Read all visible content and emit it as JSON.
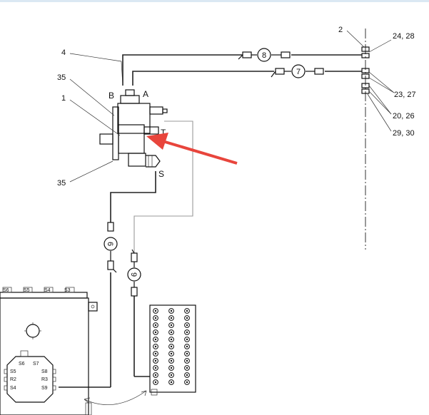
{
  "callouts": {
    "c4": "4",
    "c35_top": "35",
    "c1": "1",
    "c35_bottom": "35",
    "c2": "2",
    "c24_28": "24, 28",
    "c23_27": "23, 27",
    "c20_26": "20, 26",
    "c29_30": "29, 30"
  },
  "ports": {
    "A": "A",
    "B": "B",
    "T": "T",
    "S": "S"
  },
  "hoses": {
    "h8": "8",
    "h7": "7",
    "h6": "6",
    "h9": "9"
  },
  "tank_top_ports": [
    "S6",
    "S5",
    "S4",
    "S3"
  ],
  "pump_ports": {
    "S6": "S6",
    "S7": "S7",
    "S5": "S5",
    "S8": "S8",
    "R2": "R2",
    "R3": "R3",
    "S4": "S4",
    "S9": "S9"
  },
  "colors": {
    "arrow": "#e8453c",
    "line": "#111111"
  }
}
